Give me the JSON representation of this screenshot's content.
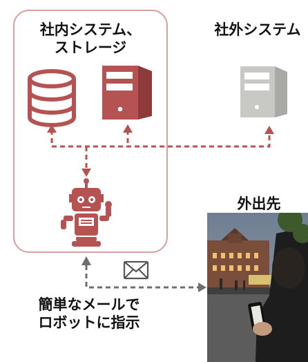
{
  "internal_system": {
    "label_line1": "社内システム、",
    "label_line2": "ストレージ"
  },
  "external_system": {
    "label": "社外システム"
  },
  "outing": {
    "label": "外出先"
  },
  "instruction": {
    "line1": "簡単なメールで",
    "line2": "ロボットに指示"
  },
  "icons": {
    "database": "database-icon",
    "internal_server": "server-tower-icon",
    "external_server": "server-tower-icon",
    "robot": "robot-icon",
    "mail": "envelope-icon"
  },
  "colors": {
    "accent": "#b55252",
    "frame": "#d9a0a0",
    "external_gray": "#c8c8c4",
    "dashed_gray": "#6e6e6e"
  }
}
